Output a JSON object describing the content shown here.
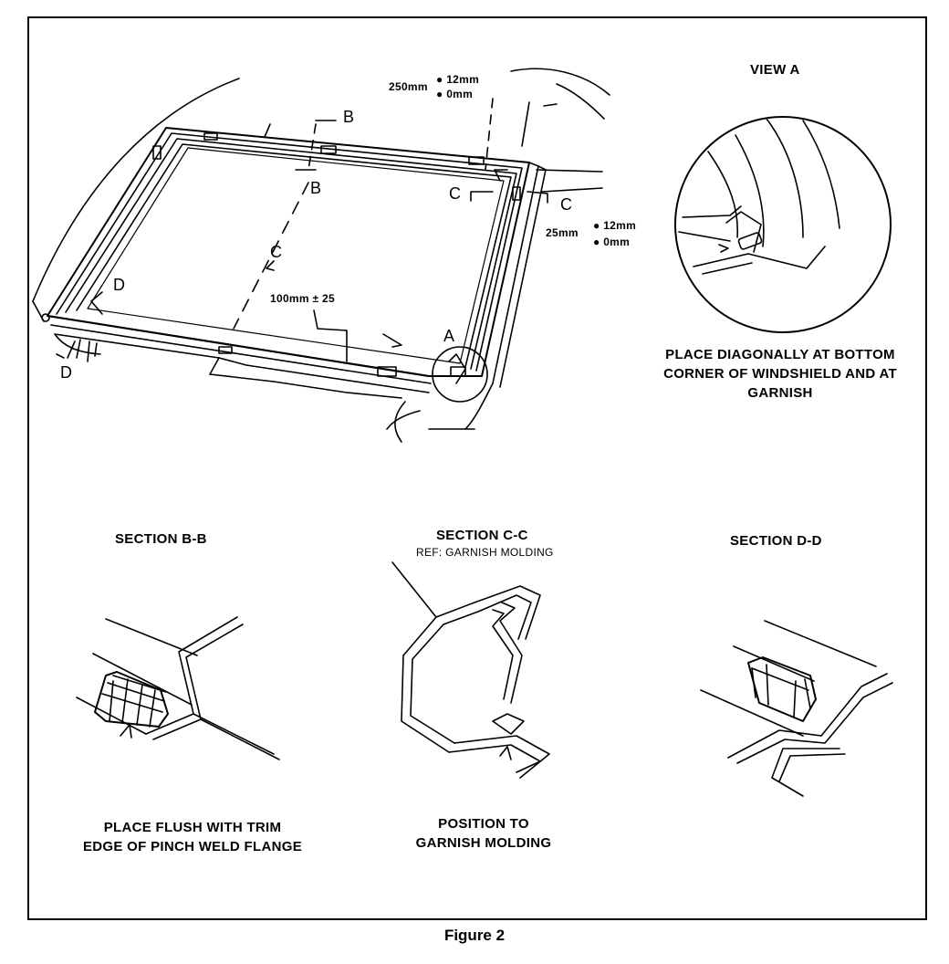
{
  "main_view": {
    "dims": {
      "top_group_label": "250mm",
      "top_plus": "12mm",
      "top_minus": "0mm",
      "side_group_label": "25mm",
      "side_plus": "12mm",
      "side_minus": "0mm",
      "bottom_label": "100mm ± 25"
    },
    "callouts": {
      "b_top": "B",
      "b_mid": "B",
      "c_left": "C",
      "c_right_a": "C",
      "c_right_b": "C",
      "d_upper": "D",
      "d_lower": "D",
      "a": "A"
    }
  },
  "view_a": {
    "title": "VIEW A",
    "caption_lines": [
      "PLACE DIAGONALLY AT BOTTOM",
      "CORNER OF WINDSHIELD AND AT",
      "GARNISH"
    ]
  },
  "section_bb": {
    "title": "SECTION B-B",
    "caption_lines": [
      "PLACE FLUSH WITH TRIM",
      "EDGE OF PINCH WELD FLANGE"
    ]
  },
  "section_cc": {
    "title": "SECTION C-C",
    "ref": "REF: GARNISH MOLDING",
    "caption_lines": [
      "POSITION TO",
      "GARNISH MOLDING"
    ]
  },
  "section_dd": {
    "title": "SECTION D-D"
  },
  "figure_label": "Figure 2"
}
